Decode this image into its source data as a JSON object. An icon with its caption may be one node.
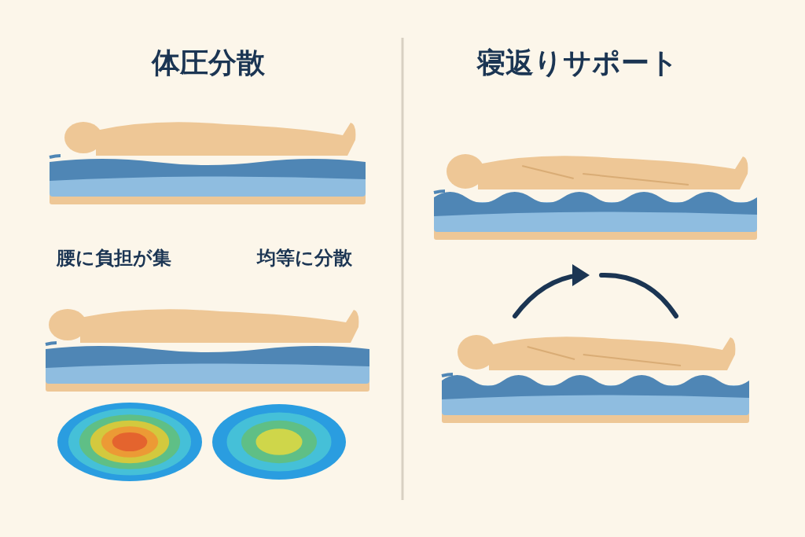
{
  "diagram": {
    "labels": [
      "体圧分散",
      "寝返りサポート",
      "腰に負担が集",
      "均等に分散"
    ]
  }
}
